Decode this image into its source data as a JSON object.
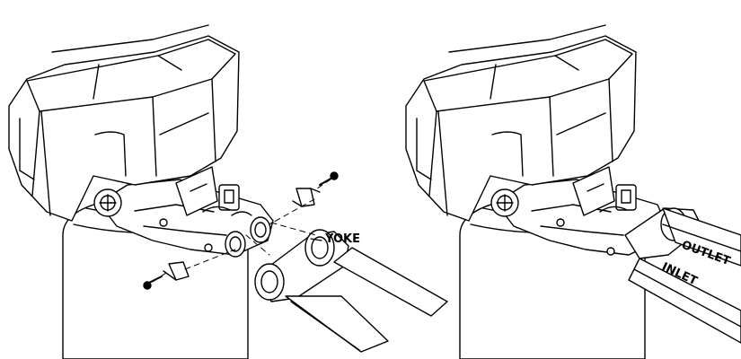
{
  "labels": {
    "yoke": "YOKE",
    "outlet": "OUTLET",
    "inlet": "INLET"
  },
  "colors": {
    "line": "#000000",
    "fill": "#ffffff",
    "background": "#ffffff"
  }
}
